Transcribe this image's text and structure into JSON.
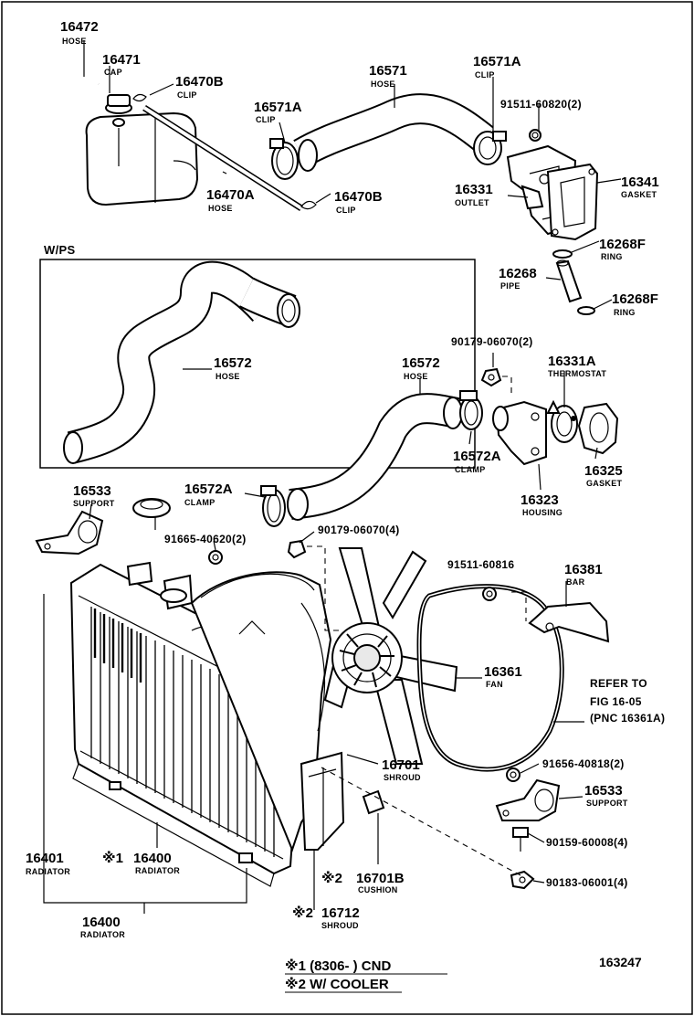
{
  "labels": [
    {
      "id": "l16472",
      "num": "16472",
      "name": "HOSE"
    },
    {
      "id": "l16471",
      "num": "16471",
      "name": "CAP"
    },
    {
      "id": "l16470b_top",
      "num": "16470B",
      "name": "CLIP"
    },
    {
      "id": "l16470a",
      "num": "16470A",
      "name": "HOSE"
    },
    {
      "id": "l16470b_bot",
      "num": "16470B",
      "name": "CLIP"
    },
    {
      "id": "l16571",
      "num": "16571",
      "name": "HOSE"
    },
    {
      "id": "l16571a_left",
      "num": "16571A",
      "name": "CLIP"
    },
    {
      "id": "l16571a_right",
      "num": "16571A",
      "name": "CLIP"
    },
    {
      "id": "l91511_60820",
      "num": "91511-60820(2)",
      "name": ""
    },
    {
      "id": "l16331",
      "num": "16331",
      "name": "OUTLET"
    },
    {
      "id": "l16341",
      "num": "16341",
      "name": "GASKET"
    },
    {
      "id": "l16268f_top",
      "num": "16268F",
      "name": "RING"
    },
    {
      "id": "l16268",
      "num": "16268",
      "name": "PIPE"
    },
    {
      "id": "l16268f_bot",
      "num": "16268F",
      "name": "RING"
    },
    {
      "id": "l16572_wps",
      "num": "16572",
      "name": "HOSE"
    },
    {
      "id": "l90179_top",
      "num": "90179-06070(2)",
      "name": ""
    },
    {
      "id": "l16572",
      "num": "16572",
      "name": "HOSE"
    },
    {
      "id": "l16331a",
      "num": "16331A",
      "name": "THERMOSTAT"
    },
    {
      "id": "l16572a_right",
      "num": "16572A",
      "name": "CLAMP"
    },
    {
      "id": "l16325",
      "num": "16325",
      "name": "GASKET"
    },
    {
      "id": "l16323",
      "num": "16323",
      "name": "HOUSING"
    },
    {
      "id": "l16533_left",
      "num": "16533",
      "name": "SUPPORT"
    },
    {
      "id": "l16572a_left",
      "num": "16572A",
      "name": "CLAMP"
    },
    {
      "id": "l90179_mid",
      "num": "90179-06070(4)",
      "name": ""
    },
    {
      "id": "l91665",
      "num": "91665-40620(2)",
      "name": ""
    },
    {
      "id": "l91511_60816",
      "num": "91511-60816",
      "name": ""
    },
    {
      "id": "l16381",
      "num": "16381",
      "name": "BAR"
    },
    {
      "id": "l16361",
      "num": "16361",
      "name": "FAN"
    },
    {
      "id": "l16701",
      "num": "16701",
      "name": "SHROUD"
    },
    {
      "id": "l91656",
      "num": "91656-40818(2)",
      "name": ""
    },
    {
      "id": "l16533_right",
      "num": "16533",
      "name": "SUPPORT"
    },
    {
      "id": "l90159",
      "num": "90159-60008(4)",
      "name": ""
    },
    {
      "id": "l90183",
      "num": "90183-06001(4)",
      "name": ""
    },
    {
      "id": "l16401",
      "num": "16401",
      "name": "RADIATOR"
    },
    {
      "id": "l16400_a",
      "num": "16400",
      "name": "RADIATOR"
    },
    {
      "id": "l16701b",
      "num": "16701B",
      "name": "CUSHION"
    },
    {
      "id": "l16712",
      "num": "16712",
      "name": "SHROUD"
    },
    {
      "id": "l16400_b",
      "num": "16400",
      "name": "RADIATOR"
    }
  ],
  "inset_title": "W/PS",
  "refer": {
    "line1": "REFER TO",
    "line2": "FIG 16-05",
    "line3": "(PNC 16361A)"
  },
  "markers": {
    "m1": "※1",
    "m2": "※2"
  },
  "footnotes": {
    "f1": "※1 (8306-      ) CND",
    "f2": "※2 W/ COOLER"
  },
  "figure_code": "163247"
}
